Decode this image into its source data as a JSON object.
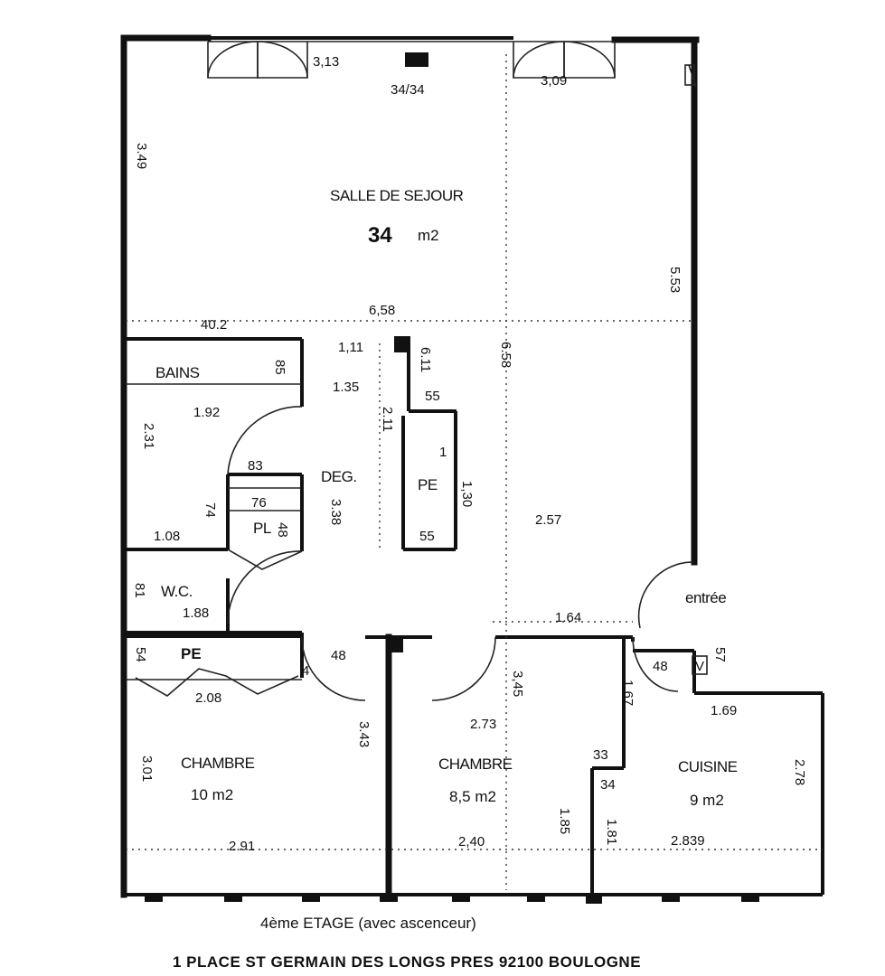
{
  "rooms": {
    "sejour": "SALLE DE SEJOUR",
    "sejour_area_num": "34",
    "sejour_area_unit": "m2",
    "bains": "BAINS",
    "deg": "DEG.",
    "pe1": "PE",
    "pl": "PL",
    "wc": "W.C.",
    "pe2": "PE",
    "entree": "entrée",
    "chambre1": "CHAMBRE",
    "chambre1_area": "10 m2",
    "chambre2": "CHAMBRE",
    "chambre2_area": "8,5 m2",
    "cuisine": "CUISINE",
    "cuisine_area": "9 m2"
  },
  "dimensions": {
    "d_313": "3,13",
    "d_3434": "34/34",
    "d_309": "3,09",
    "d_349": "3.49",
    "d_553": "5.53",
    "d_658": "6,58",
    "d_402": "40.2",
    "d_111": "1,11",
    "d_611": "6.11",
    "d_658b": "6.58",
    "d_85": "85",
    "d_135": "1.35",
    "d_55a": "55",
    "d_192": "1.92",
    "d_231": "2.31",
    "d_211": "2.11",
    "d_1": "1",
    "d_83a": "83",
    "d_76": "76",
    "d_74": "74",
    "d_48a": "48",
    "d_108": "1.08",
    "d_338": "3.38",
    "d_130": "1,30",
    "d_55b": "55",
    "d_257": "2.57",
    "d_81": "81",
    "d_188": "1.88",
    "d_164": "1.64",
    "d_54": "54",
    "d_208": "2.08",
    "d_48b": "48",
    "d_4": "4",
    "d_48c": "48",
    "d_57": "57",
    "d_343": "3.43",
    "d_345": "3,45",
    "d_273": "2.73",
    "d_167": "1.67",
    "d_169": "1.69",
    "d_33": "33",
    "d_34": "34",
    "d_301": "3.01",
    "d_278": "2.78",
    "d_291": "2.91",
    "d_240": "2,40",
    "d_185": "1.85",
    "d_181": "1.81",
    "d_2839": "2.839",
    "d_v": "V"
  },
  "footer": {
    "floor": "4ème ETAGE",
    "elevator_note": "(avec ascenceur)",
    "address": "1 PLACE ST GERMAIN DES LONGS PRES  92100 BOULOGNE"
  }
}
